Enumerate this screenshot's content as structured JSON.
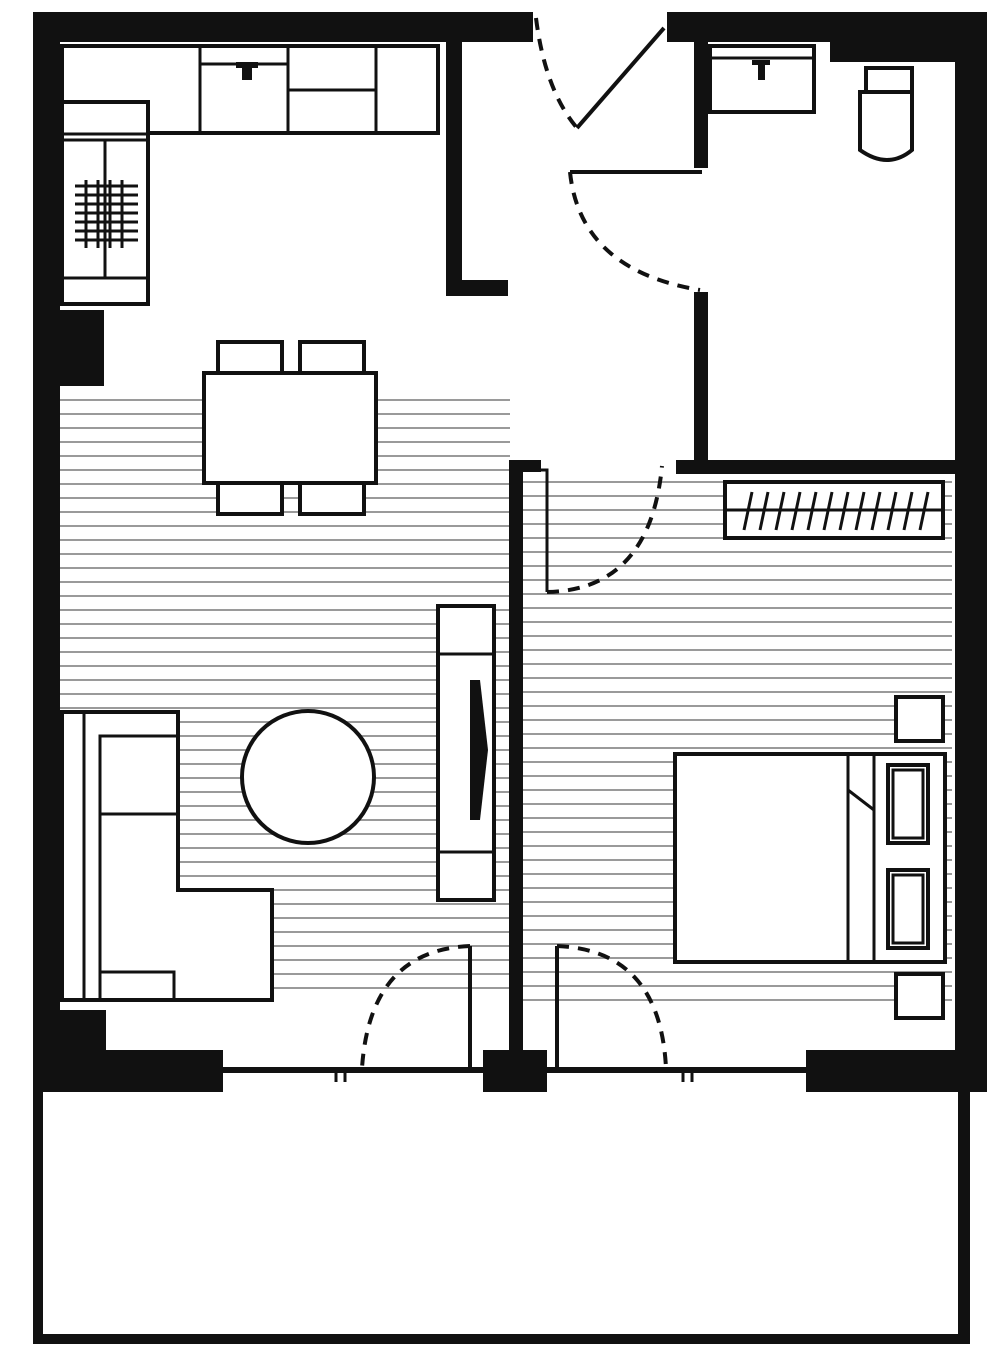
{
  "plan": {
    "labels": [],
    "colors": {
      "wall": "#111111",
      "floor_hatch": "#9a9a9a",
      "background": "#ffffff"
    },
    "rooms": [
      "kitchen",
      "bathroom",
      "living-dining",
      "bedroom",
      "balcony"
    ],
    "furniture_icons": [
      "kitchen-counter-icon",
      "sink-icon",
      "cooktop-icon",
      "toilet-icon",
      "basin-icon",
      "dining-table-icon",
      "chair-icon",
      "sofa-icon",
      "round-table-icon",
      "tv-unit-icon",
      "wardrobe-icon",
      "bed-icon",
      "nightstand-icon"
    ]
  }
}
